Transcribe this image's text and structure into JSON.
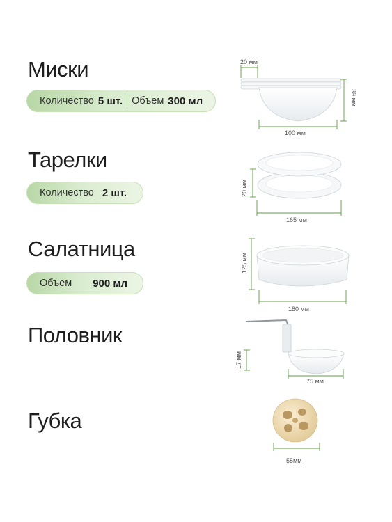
{
  "sections": [
    {
      "title": "Миски",
      "specs": [
        {
          "label": "Количество",
          "value": "5 шт."
        },
        {
          "label": "Объем",
          "value": "300 мл"
        }
      ],
      "dims": {
        "top": "20 мм",
        "height": "39 мм",
        "width": "100 мм"
      }
    },
    {
      "title": "Тарелки",
      "specs": [
        {
          "label": "Количество",
          "value": "2 шт."
        }
      ],
      "dims": {
        "height": "20 мм",
        "width": "165 мм"
      }
    },
    {
      "title": "Салатница",
      "specs": [
        {
          "label": "Объем",
          "value": "900 мл"
        }
      ],
      "dims": {
        "height": "125 мм",
        "width": "180 мм"
      }
    },
    {
      "title": "Половник",
      "dims": {
        "height": "17 мм",
        "width": "75 мм"
      }
    },
    {
      "title": "Губка",
      "dims": {
        "width": "55мм"
      }
    }
  ],
  "colors": {
    "pill_start": "#b8d7a6",
    "pill_end": "#ecf5e5",
    "dimension_line": "#5aa03c"
  }
}
